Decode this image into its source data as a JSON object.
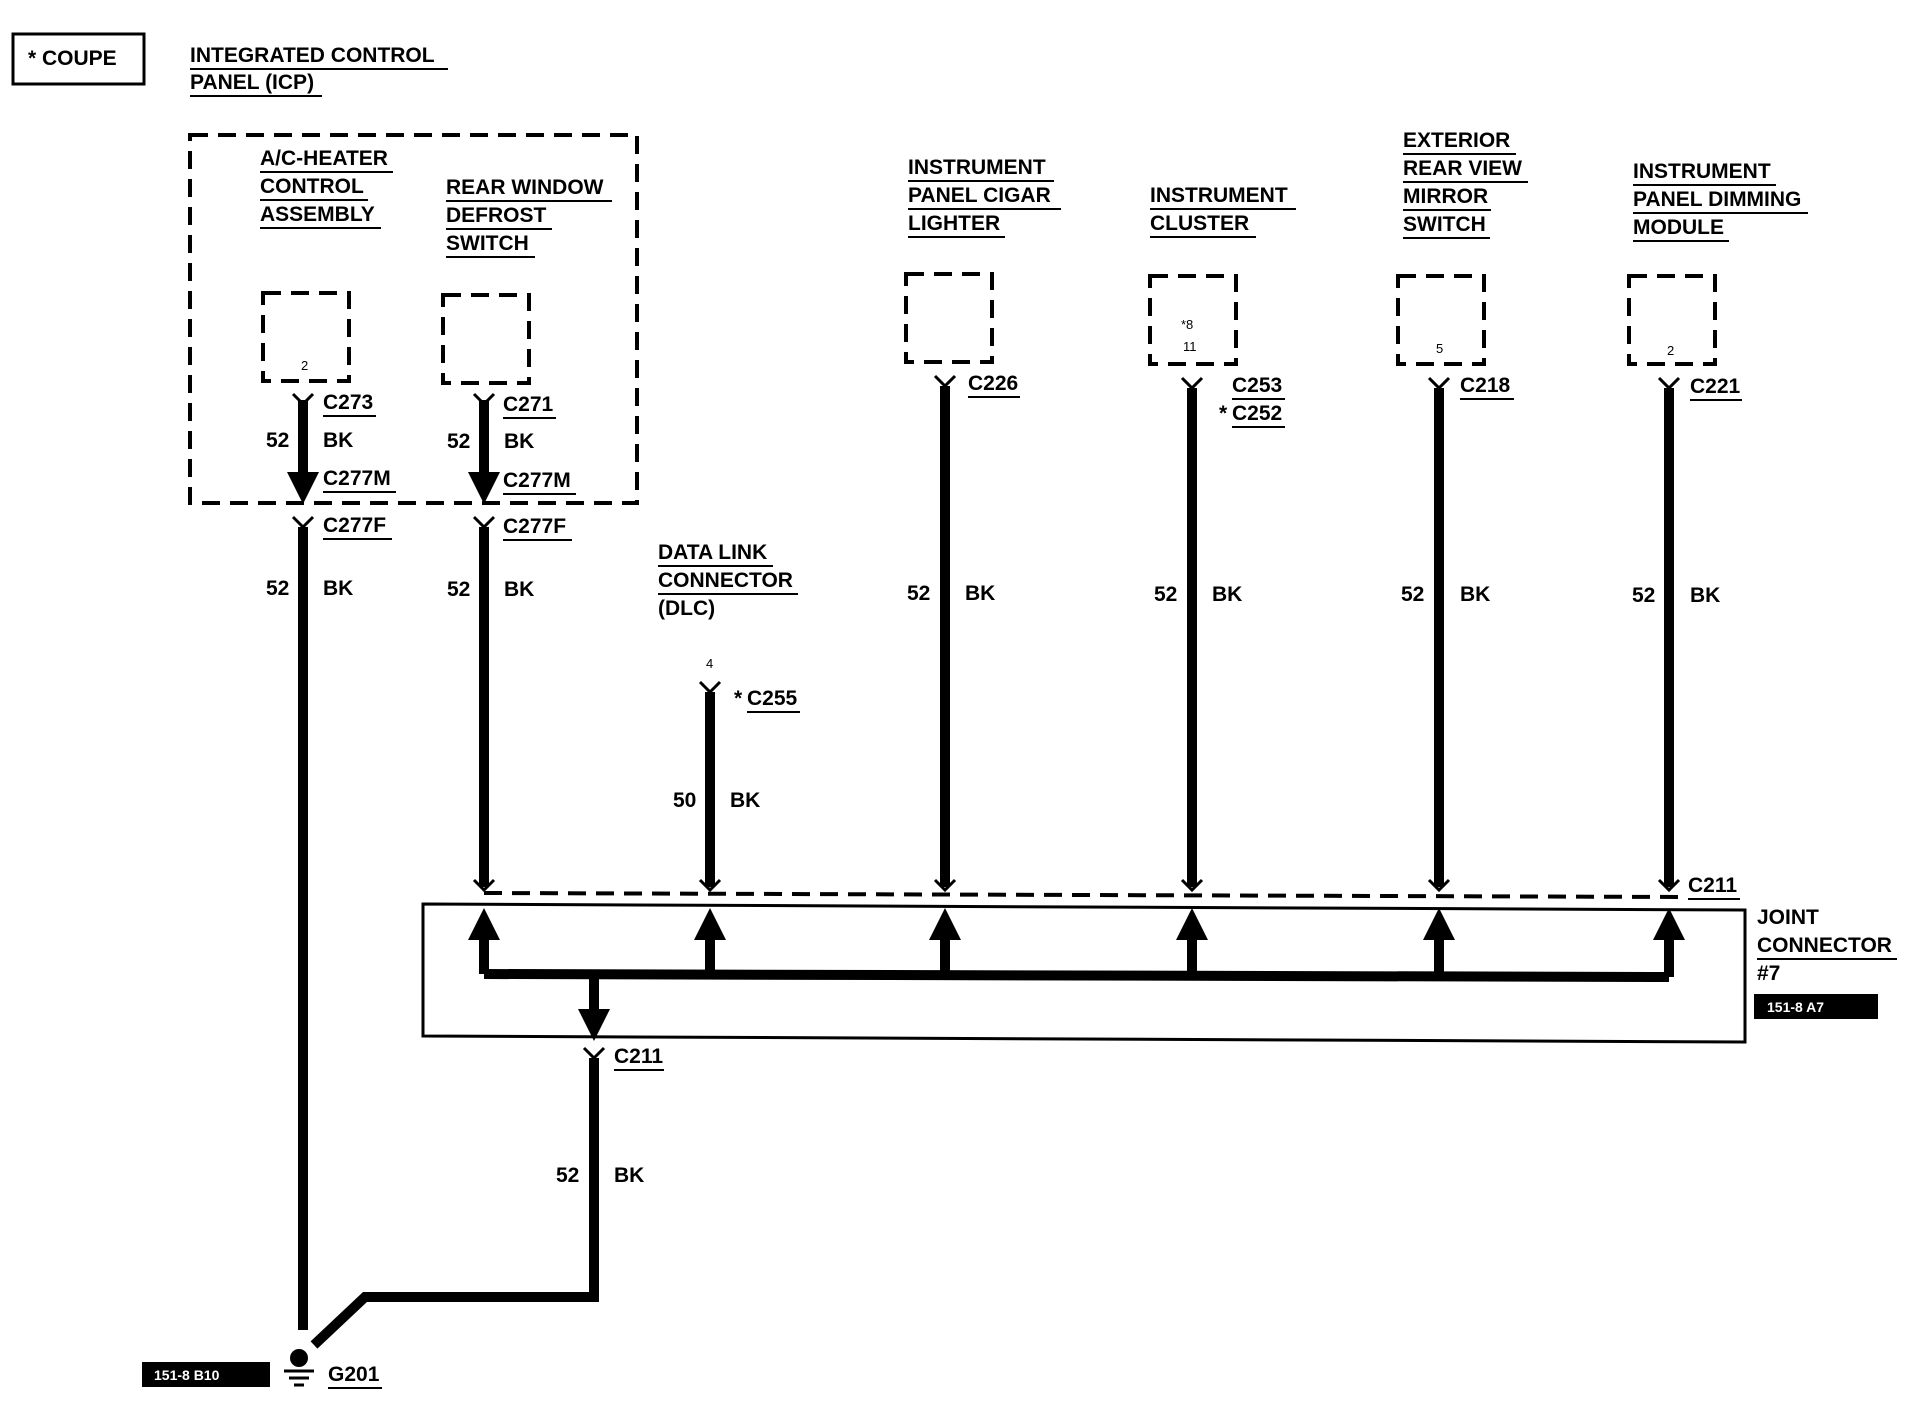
{
  "legend": {
    "text": "* COUPE"
  },
  "icp": {
    "line1": "INTEGRATED CONTROL",
    "line2": "PANEL (ICP)"
  },
  "components": {
    "ac_heater": {
      "line1": "A/C-HEATER",
      "line2": "CONTROL",
      "line3": "ASSEMBLY",
      "pin": "2"
    },
    "rear_defrost": {
      "line1": "REAR WINDOW",
      "line2": "DEFROST",
      "line3": "SWITCH"
    },
    "cigar_lighter": {
      "line1": "INSTRUMENT",
      "line2": "PANEL CIGAR",
      "line3": "LIGHTER"
    },
    "cluster": {
      "line1": "INSTRUMENT",
      "line2": "CLUSTER",
      "pin_a": "*8",
      "pin_b": "11"
    },
    "mirror_switch": {
      "line1": "EXTERIOR",
      "line2": "REAR VIEW",
      "line3": "MIRROR",
      "line4": "SWITCH",
      "pin": "5"
    },
    "dimming_module": {
      "line1": "INSTRUMENT",
      "line2": "PANEL DIMMING",
      "line3": "MODULE",
      "pin": "2"
    },
    "dlc": {
      "line1": "DATA LINK",
      "line2": "CONNECTOR",
      "line3": "(DLC)",
      "pin": "4"
    },
    "joint": {
      "line1": "JOINT",
      "line2": "CONNECTOR",
      "line3": "#7",
      "ref": "151-8 A7"
    },
    "ground": {
      "name": "G201",
      "ref": "151-8 B10"
    }
  },
  "connectors": {
    "c273": "C273",
    "c271": "C271",
    "c277m_1": "C277M",
    "c277m_2": "C277M",
    "c277f_1": "C277F",
    "c277f_2": "C277F",
    "c226": "C226",
    "c253": "C253",
    "c252": "C252",
    "c218": "C218",
    "c221": "C221",
    "c255": "C255",
    "c211_top": "C211",
    "c211_bottom": "C211",
    "coupe_mark": "*"
  },
  "wires": {
    "w_ac_inner": {
      "circuit": "52",
      "color": "BK"
    },
    "w_rd_inner": {
      "circuit": "52",
      "color": "BK"
    },
    "w_ac_outer": {
      "circuit": "52",
      "color": "BK"
    },
    "w_rd_outer": {
      "circuit": "52",
      "color": "BK"
    },
    "w_dlc": {
      "circuit": "50",
      "color": "BK"
    },
    "w_cigar": {
      "circuit": "52",
      "color": "BK"
    },
    "w_cluster": {
      "circuit": "52",
      "color": "BK"
    },
    "w_mirror": {
      "circuit": "52",
      "color": "BK"
    },
    "w_dimming": {
      "circuit": "52",
      "color": "BK"
    },
    "w_joint_out": {
      "circuit": "52",
      "color": "BK"
    }
  }
}
